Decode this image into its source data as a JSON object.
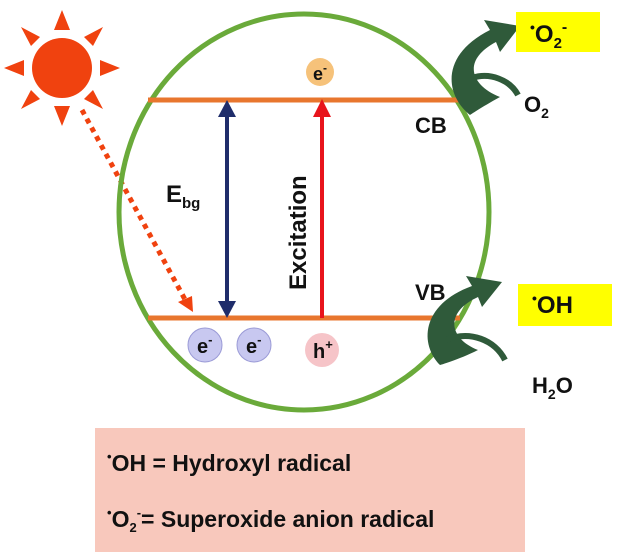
{
  "diagram": {
    "bands": {
      "cb_label": "CB",
      "vb_label": "VB"
    },
    "gap": {
      "label_main": "E",
      "label_sub": "bg"
    },
    "excitation_label": "Excitation",
    "particles": {
      "electron_main": "e",
      "electron_sup": "-",
      "hole_main": "h",
      "hole_sup": "+"
    },
    "reactions": {
      "top_reactant_main": "O",
      "top_reactant_sub": "2",
      "top_product_dot": "•",
      "top_product_main": "O",
      "top_product_sub": "2",
      "top_product_sup": "-",
      "bottom_reactant_main": "H",
      "bottom_reactant_sub": "2",
      "bottom_reactant_tail": "O",
      "bottom_product_dot": "•",
      "bottom_product_main": "OH"
    },
    "colors": {
      "ring": "#6aaa3a",
      "band": "#e8762e",
      "gap_arrow": "#1f2d6b",
      "excitation_arrow": "#e8141c",
      "sun": "#f0420f",
      "light_ray": "#f0420f",
      "curved_arrow": "#2f5a3a",
      "product_highlight": "#ffff00",
      "electron_fill": "#c8c8f0",
      "electron_top_fill": "#f6c27a",
      "hole_fill": "#f6c4c8",
      "legend_bg": "#f8c8bc"
    }
  },
  "legend": {
    "line1_dot": "•",
    "line1_text": "OH = Hydroxyl radical",
    "line2_dot": "•",
    "line2_o": "O",
    "line2_sub": "2",
    "line2_sup": "-",
    "line2_text": "= Superoxide anion radical"
  }
}
